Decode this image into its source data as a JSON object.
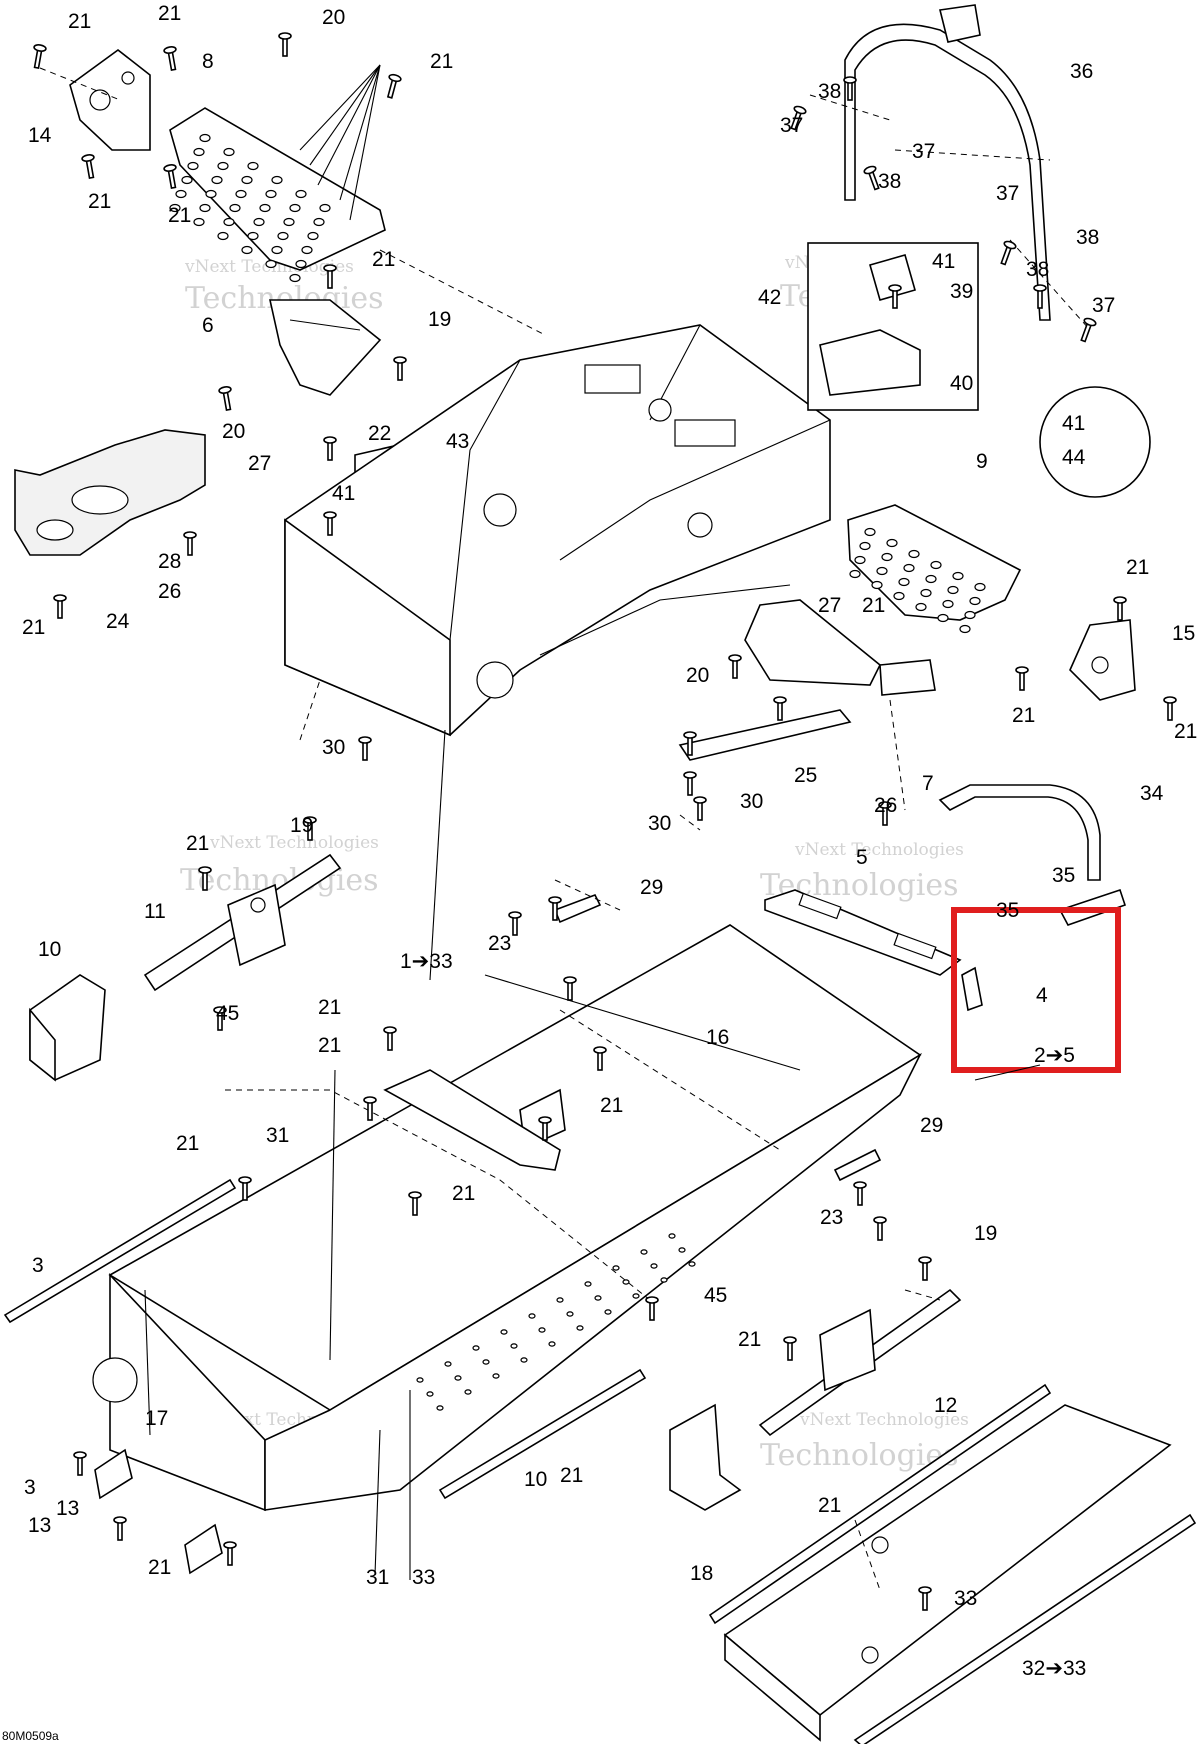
{
  "diagram_code": "80M0509a",
  "watermark": {
    "line1": "vNext Technologies",
    "line2": "Technologies"
  },
  "highlight": {
    "color": "#e01e1e",
    "target_labels": [
      "4",
      "2➔5"
    ]
  },
  "labels": [
    "21",
    "21",
    "20",
    "21",
    "8",
    "14",
    "21",
    "21",
    "21",
    "6",
    "19",
    "20",
    "22",
    "42",
    "43",
    "41",
    "27",
    "28",
    "26",
    "24",
    "21",
    "30",
    "36",
    "38",
    "37",
    "37",
    "38",
    "37",
    "38",
    "38",
    "37",
    "41",
    "39",
    "40",
    "41",
    "44",
    "9",
    "27",
    "21",
    "20",
    "21",
    "21",
    "15",
    "21",
    "25",
    "26",
    "7",
    "30",
    "30",
    "34",
    "35",
    "35",
    "5",
    "4",
    "2➔5",
    "19",
    "21",
    "11",
    "10",
    "29",
    "23",
    "1➔33",
    "45",
    "21",
    "21",
    "16",
    "21",
    "21",
    "31",
    "21",
    "29",
    "23",
    "3",
    "19",
    "45",
    "21",
    "12",
    "17",
    "13",
    "21",
    "13",
    "21",
    "3",
    "10",
    "18",
    "31",
    "33",
    "21",
    "33",
    "32➔33"
  ]
}
